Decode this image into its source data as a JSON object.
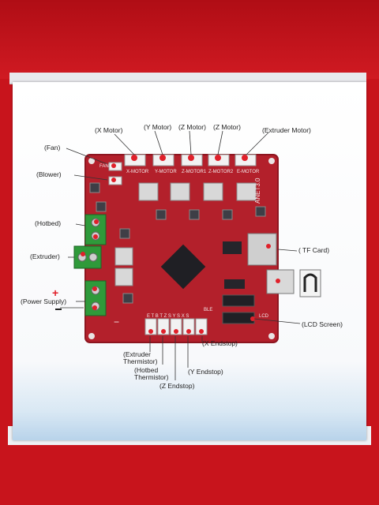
{
  "labels": {
    "x_motor": "(X  Motor)",
    "y_motor": "(Y  Motor)",
    "z_motor1": "(Z  Motor)",
    "z_motor2": "(Z  Motor)",
    "extruder_motor": "(Extruder  Motor)",
    "fan": "(Fan)",
    "blower": "(Blower)",
    "hotbed": "(Hotbed)",
    "extruder": "(Extruder)",
    "power_supply": "(Power  Supply)",
    "tf_card": "( TF Card)",
    "lcd_screen": "(LCD  Screen)",
    "extruder_thermistor_1": "(Extruder",
    "extruder_thermistor_2": "Thermistor)",
    "hotbed_thermistor_1": "(Hotbed",
    "hotbed_thermistor_2": "Thermistor)",
    "z_endstop": "(Z  Endstop)",
    "y_endstop": "(Y  Endstop)",
    "x_endstop": "(X  Endstop)"
  },
  "board_silkscreen": {
    "x_motor": "X-MOTOR",
    "y_motor": "Y-MOTOR",
    "z_motor1": "Z-MOTOR1",
    "z_motor2": "Z-MOTOR2",
    "e_motor": "E-MOTOR",
    "fan": "FAN",
    "board_name": "ANET3.0",
    "ble": "BLE",
    "lcd": "LCD",
    "endstop_pins": "E  T  B  T  Z  S  Y  S  X  S"
  },
  "colors": {
    "pcb": "#b3202b",
    "terminal_green": "#2f9a3a",
    "box_white": "#ffffff",
    "background_red": "#c8141c"
  }
}
